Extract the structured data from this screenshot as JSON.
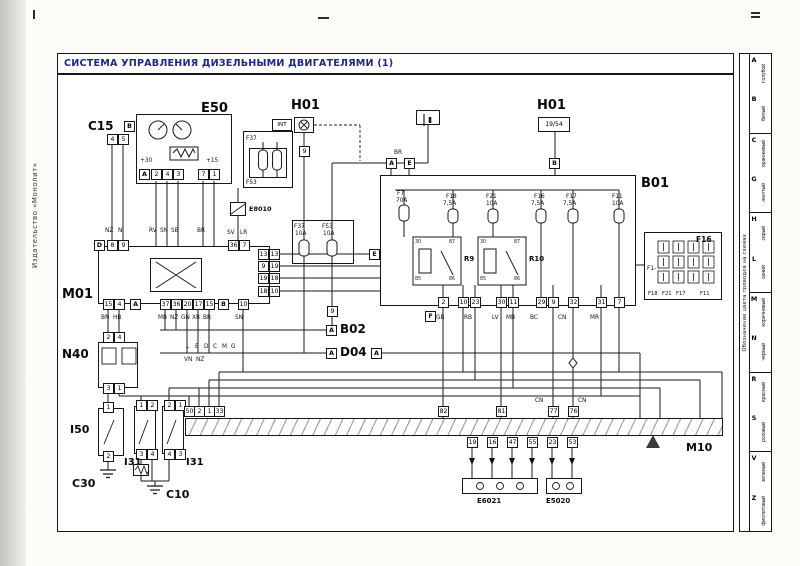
{
  "page": {
    "title": "СИСТЕМА УПРАВЛЕНИЯ ДИЗЕЛЬНЫМИ ДВИГАТЕЛЯМИ (1)",
    "publisher": "Издательство «Монолит»"
  },
  "legend": {
    "note": "Обозначение цвета проводов на схемах",
    "items": [
      {
        "code": "A",
        "name": "голубой"
      },
      {
        "code": "B",
        "name": "белый"
      },
      {
        "code": "C",
        "name": "оранжевый"
      },
      {
        "code": "G",
        "name": "желтый"
      },
      {
        "code": "H",
        "name": "серый"
      },
      {
        "code": "L",
        "name": "синий"
      },
      {
        "code": "M",
        "name": "коричневый"
      },
      {
        "code": "N",
        "name": "черный"
      },
      {
        "code": "R",
        "name": "красный"
      },
      {
        "code": "S",
        "name": "розовый"
      },
      {
        "code": "V",
        "name": "зеленый"
      },
      {
        "code": "Z",
        "name": "фиолетовый"
      }
    ]
  },
  "c15": {
    "label": "C15",
    "connector": "B",
    "pins": [
      "4",
      "5"
    ]
  },
  "e50": {
    "label": "E50",
    "connector": "A",
    "pins_a": [
      "2",
      "4",
      "3"
    ],
    "pins_b": [
      "7",
      "1"
    ],
    "terminal_left": "+30",
    "terminal_right": "+15"
  },
  "h01a": {
    "label": "H01",
    "tag": "INT",
    "pin": "9"
  },
  "h01b": {
    "label": "H01",
    "tag": "19/54"
  },
  "fbox": {
    "f37": "F37",
    "f53": "F53"
  },
  "e8010": {
    "label": "E8010"
  },
  "fuse37": {
    "name": "F37",
    "amp": "10A"
  },
  "fuse53": {
    "name": "F53",
    "amp": "10A"
  },
  "misc": {
    "br": "BR"
  },
  "m01": {
    "label": "M01",
    "conn_top": "D",
    "top_pins": [
      "8",
      "9"
    ],
    "top_codes": [
      "NZ",
      "N",
      "RV",
      "SN",
      "SB",
      "BR"
    ],
    "right_top_codes": [
      "SV",
      "LR"
    ],
    "right_top_pins": [
      "36",
      "7"
    ],
    "right_pins": [
      [
        "13",
        "13"
      ],
      [
        "9",
        "19"
      ],
      [
        "19",
        "18"
      ],
      [
        "18",
        "10"
      ]
    ],
    "conn_a": "A",
    "conn_b": "B",
    "bottom_left_pins": [
      "15",
      "4"
    ],
    "bottom_mid_pins": [
      "37",
      "36",
      "20",
      "17",
      "15"
    ],
    "bottom_right_pin": "10",
    "bottom_codes": [
      "BN",
      "HB",
      "MB",
      "NZ",
      "GN",
      "XB",
      "BR",
      "SN"
    ]
  },
  "b01": {
    "label": "B01",
    "conn_top": [
      "A",
      "E",
      "B"
    ],
    "conn_left": "E",
    "conn_bottom": "F",
    "fuses": [
      {
        "n": "F7",
        "a": "70A"
      },
      {
        "n": "F18",
        "a": "7,5A"
      },
      {
        "n": "F21",
        "a": "10A"
      },
      {
        "n": "F16",
        "a": "7,5A"
      },
      {
        "n": "F17",
        "a": "7,5A"
      },
      {
        "n": "F11",
        "a": "10A"
      }
    ],
    "relays": [
      {
        "n": "R9"
      },
      {
        "n": "R10"
      }
    ],
    "relay_pins": [
      "30",
      "87",
      "85",
      "86"
    ],
    "bottom_pins": [
      "2",
      "10",
      "23",
      "30",
      "11",
      "29",
      "9",
      "32",
      "31",
      "7"
    ],
    "bottom_codes": [
      "GB",
      "RB",
      "LV",
      "MB",
      "BC",
      "CN",
      "MR"
    ]
  },
  "f16": {
    "label": "F16",
    "prefix": "F1-",
    "bottom": [
      "F18",
      "F21",
      "F17",
      "F11"
    ]
  },
  "n40": {
    "label": "N40",
    "top_pins": [
      "2",
      "4"
    ],
    "bottom_pins": [
      "3",
      "1"
    ]
  },
  "b02": {
    "label": "B02",
    "conn": "A",
    "pin": "9"
  },
  "d04": {
    "label": "D04",
    "conn": "A",
    "conn2": "A",
    "letters": [
      "L",
      "E",
      "D",
      "C",
      "M",
      "G"
    ],
    "codes": [
      "VN",
      "NZ"
    ]
  },
  "i50": {
    "label": "I50",
    "pin_top": "1",
    "pin_bottom": "2"
  },
  "i31a": {
    "label": "I31",
    "top": [
      "1",
      "2"
    ],
    "bottom": [
      "3",
      "4"
    ]
  },
  "i31b": {
    "label": "I31",
    "top": [
      "2",
      "1"
    ],
    "bottom": [
      "4",
      "3"
    ]
  },
  "c30": {
    "label": "C30"
  },
  "c10": {
    "label": "C10"
  },
  "m10": {
    "label": "M10",
    "left_pins": [
      "50",
      "2",
      "1",
      "33"
    ],
    "mid_pins": [
      "82",
      "81",
      "77",
      "76"
    ],
    "codes": [
      "CN",
      "CN"
    ],
    "below_pins": [
      "19",
      "16",
      "47",
      "55",
      "23",
      "53"
    ]
  },
  "e6021": {
    "label": "E6021"
  },
  "e5020": {
    "label": "E5020"
  }
}
